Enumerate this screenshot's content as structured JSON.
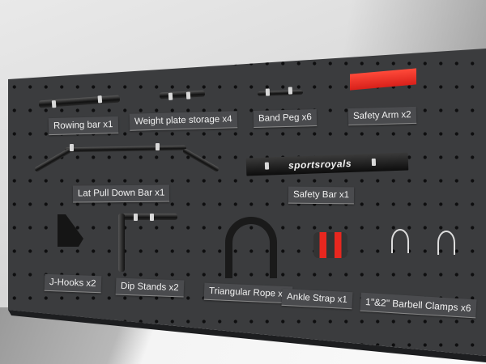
{
  "brand": "sportsroyals",
  "accent_color": "#e8271f",
  "panel_color": "#3b3c3e",
  "labels": {
    "rowing_bar": "Rowing bar x1",
    "weight_plate": "Weight plate storage x4",
    "band_peg": "Band Peg x6",
    "safety_arm": "Safety Arm x2",
    "lat_pull": "Lat Pull Down Bar x1",
    "safety_bar": "Safety Bar x1",
    "j_hooks": "J-Hooks x2",
    "dip_stands": "Dip Stands x2",
    "triangular_rope": "Triangular Rope x1",
    "ankle_strap": "Ankle Strap x1",
    "barbell_clamps": "1\"&2\" Barbell Clamps x6"
  }
}
